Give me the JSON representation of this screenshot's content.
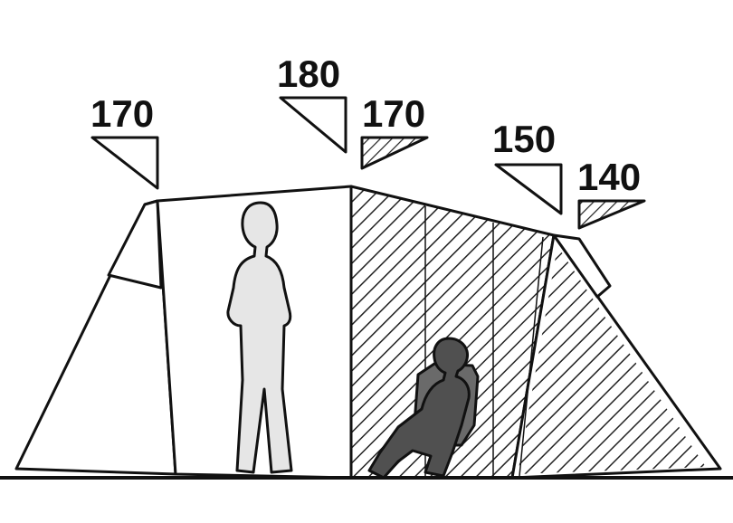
{
  "heights": {
    "left_end": "170",
    "main_peak": "180",
    "main_inner": "170",
    "rear_outer": "150",
    "rear_inner": "140"
  },
  "colors": {
    "line": "#111111",
    "background": "#ffffff",
    "tent_fill": "#ffffff",
    "person_standing": "#e6e6e6",
    "person_sitting": "#505050",
    "chair": "#6a6a6a",
    "hatch": "#222222"
  },
  "icons": {
    "outer_height_marker": "right-triangle-outline",
    "inner_height_marker": "right-triangle-hatched",
    "standing_person": "person-silhouette-standing",
    "sitting_person": "person-silhouette-sitting"
  }
}
